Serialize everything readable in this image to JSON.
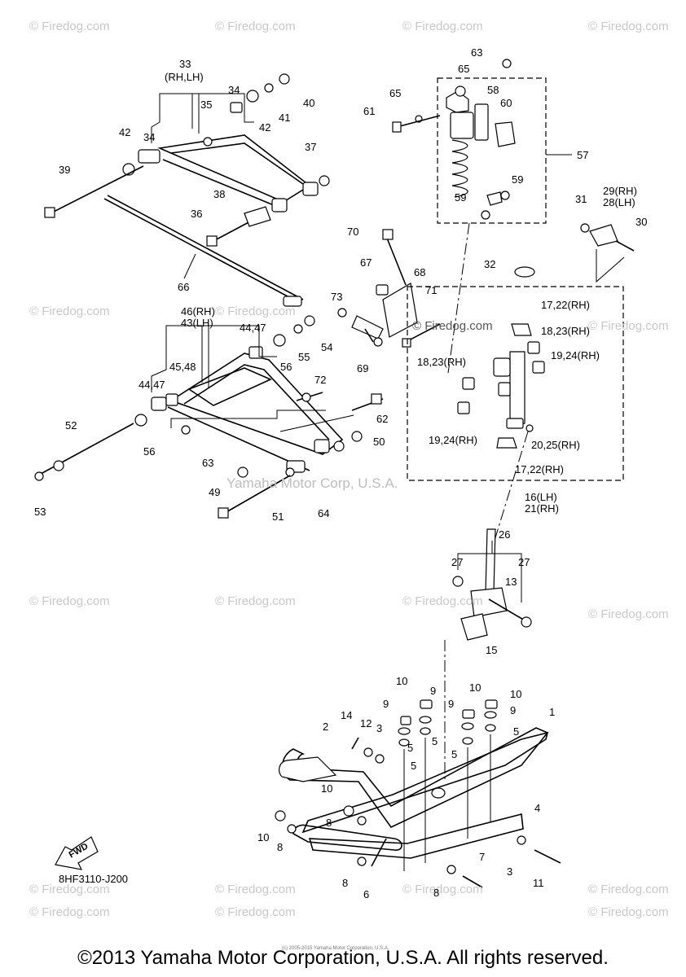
{
  "watermarks": [
    "© Firedog.com",
    "© Firedog.com",
    "© Firedog.com",
    "© Firedog.com",
    "© Firedog.com",
    "© Firedog.com",
    "© Firedog.com",
    "© Firedog.com",
    "© Firedog.com",
    "© Firedog.com",
    "© Firedog.com",
    "© Firedog.com",
    "© Firedog.com",
    "© Firedog.com",
    "© Firedog.com",
    "© Firedog.com",
    "© Firedog.com",
    "© Firedog.com",
    "© Firedog.com"
  ],
  "center_watermark": "Yamaha Motor Corp, U.S.A.",
  "callouts": [
    "63",
    "65",
    "58",
    "65",
    "61",
    "60",
    "57",
    "59",
    "59",
    "33",
    "(RH,LH)",
    "34",
    "35",
    "40",
    "41",
    "42",
    "42",
    "34",
    "37",
    "39",
    "38",
    "36",
    "66",
    "70",
    "31",
    "29(RH)",
    "28(LH)",
    "30",
    "32",
    "67",
    "68",
    "71",
    "17,22(RH)",
    "18,23(RH)",
    "19,24(RH)",
    "46(RH)",
    "43(LH)",
    "44,47",
    "55",
    "54",
    "73",
    "45,48",
    "56",
    "18,23(RH)",
    "69",
    "44,47",
    "72",
    "62",
    "52",
    "56",
    "50",
    "19,24(RH)",
    "20,25(RH)",
    "17,22(RH)",
    "63",
    "49",
    "51",
    "64",
    "53",
    "16(LH)",
    "21(RH)",
    "26",
    "27",
    "27",
    "13",
    "15",
    "10",
    "9",
    "10",
    "10",
    "9",
    "9",
    "9",
    "5",
    "5",
    "5",
    "5",
    "5",
    "14",
    "12",
    "3",
    "2",
    "1",
    "4",
    "10",
    "8",
    "10",
    "8",
    "8",
    "6",
    "8",
    "7",
    "3",
    "11"
  ],
  "ref_code": "8HF3110-J200",
  "fwd_label": "FWD",
  "tiny_line": "(c) 2005-2015 Yamaha Motor Corporation, U.S.A.",
  "copyright": "©2013 Yamaha Motor Corporation, U.S.A. All rights reserved."
}
